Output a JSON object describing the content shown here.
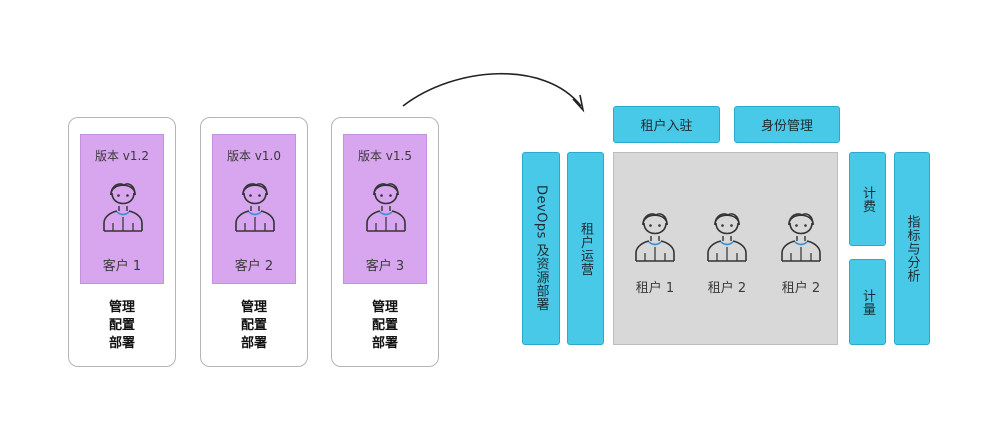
{
  "single_tenant": {
    "cards": [
      {
        "version": "版本 v1.2",
        "customer": "客户 1",
        "ops": [
          "管理",
          "配置",
          "部署"
        ]
      },
      {
        "version": "版本 v1.0",
        "customer": "客户 2",
        "ops": [
          "管理",
          "配置",
          "部署"
        ]
      },
      {
        "version": "版本 v1.5",
        "customer": "客户 3",
        "ops": [
          "管理",
          "配置",
          "部署"
        ]
      }
    ]
  },
  "multi_tenant": {
    "top_services": [
      "租户入驻",
      "身份管理"
    ],
    "left_services": [
      "DevOps 及资源部署",
      "租户运营"
    ],
    "right_services": {
      "billing": "计费",
      "metering": "计量",
      "analytics": "指标与分析"
    },
    "tenants": [
      "租户 1",
      "租户 2",
      "租户 2"
    ]
  },
  "colors": {
    "card_fill": "#d7a6ee",
    "service_fill": "#48c9e8",
    "core_fill": "#d8d8d8"
  }
}
